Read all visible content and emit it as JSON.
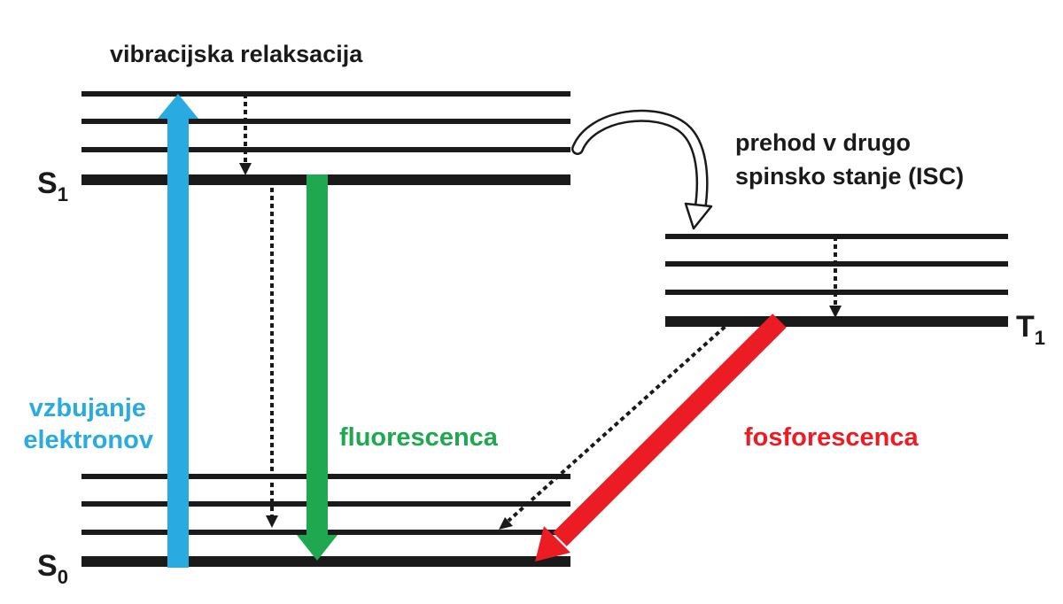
{
  "labels": {
    "vibrational_relaxation": "vibracijska relaksacija",
    "isc_line1": "prehod v drugo",
    "isc_line2": "spinsko stanje (ISC)",
    "excitation_line1": "vzbujanje",
    "excitation_line2": "elektronov",
    "fluorescence": "fluorescenca",
    "phosphorescence": "fosforescenca"
  },
  "states": {
    "s1": {
      "symbol": "S",
      "subscript": "1"
    },
    "s0": {
      "symbol": "S",
      "subscript": "0"
    },
    "t1": {
      "symbol": "T",
      "subscript": "1"
    }
  },
  "colors": {
    "excitation": "#29aae1",
    "fluorescence": "#1fa84f",
    "phosphorescence": "#ec1c24",
    "levels": "#1a1a1a"
  }
}
